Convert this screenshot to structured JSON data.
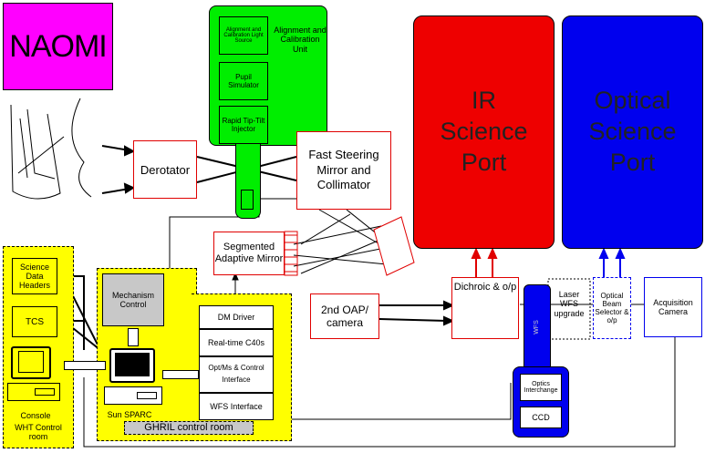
{
  "logo": {
    "text": "NAOMI",
    "colors": {
      "bg": "#ff00ff"
    }
  },
  "colors": {
    "green": "#00ee00",
    "red": "#ee0000",
    "blue": "#0000ee",
    "yellow": "#ffff00",
    "grey": "#c8c8c8"
  },
  "alignment_unit": {
    "title": "Alignment and Calibration Unit",
    "light_source": "Alignment and Calibration Light Source",
    "pupil_simulator": "Pupil Simulator",
    "tip_tilt": "Rapid Tip-Tilt Injector"
  },
  "derotator": "Derotator",
  "fsm": "Fast Steering Mirror and Collimator",
  "segmented_mirror": "Segmented Adaptive Mirror",
  "oap": "2nd OAP/ camera",
  "ir_port": "IR Science Port",
  "optical_port": "Optical Science Port",
  "dichroic": "Dichroic & o/p",
  "laser_wfs": "Laser WFS upgrade",
  "beam_selector": "Optical Beam Selector & o/p",
  "acquisition": "Acquisition Camera",
  "wfs_unit": {
    "label": "WFS",
    "optics": "Optics Interchange",
    "ccd": "CCD"
  },
  "wht_room": {
    "label": "WHT Control room",
    "science_headers": "Science Data Headers",
    "tcs": "TCS",
    "console": "Console"
  },
  "ghril_room": {
    "label": "GHRIL control room",
    "mechanism": "Mechanism Control",
    "sun": "Sun SPARC",
    "electronics": [
      "DM Driver",
      "Real-time C40s",
      "Opt/Ms & Control Interface",
      "WFS Interface"
    ]
  }
}
